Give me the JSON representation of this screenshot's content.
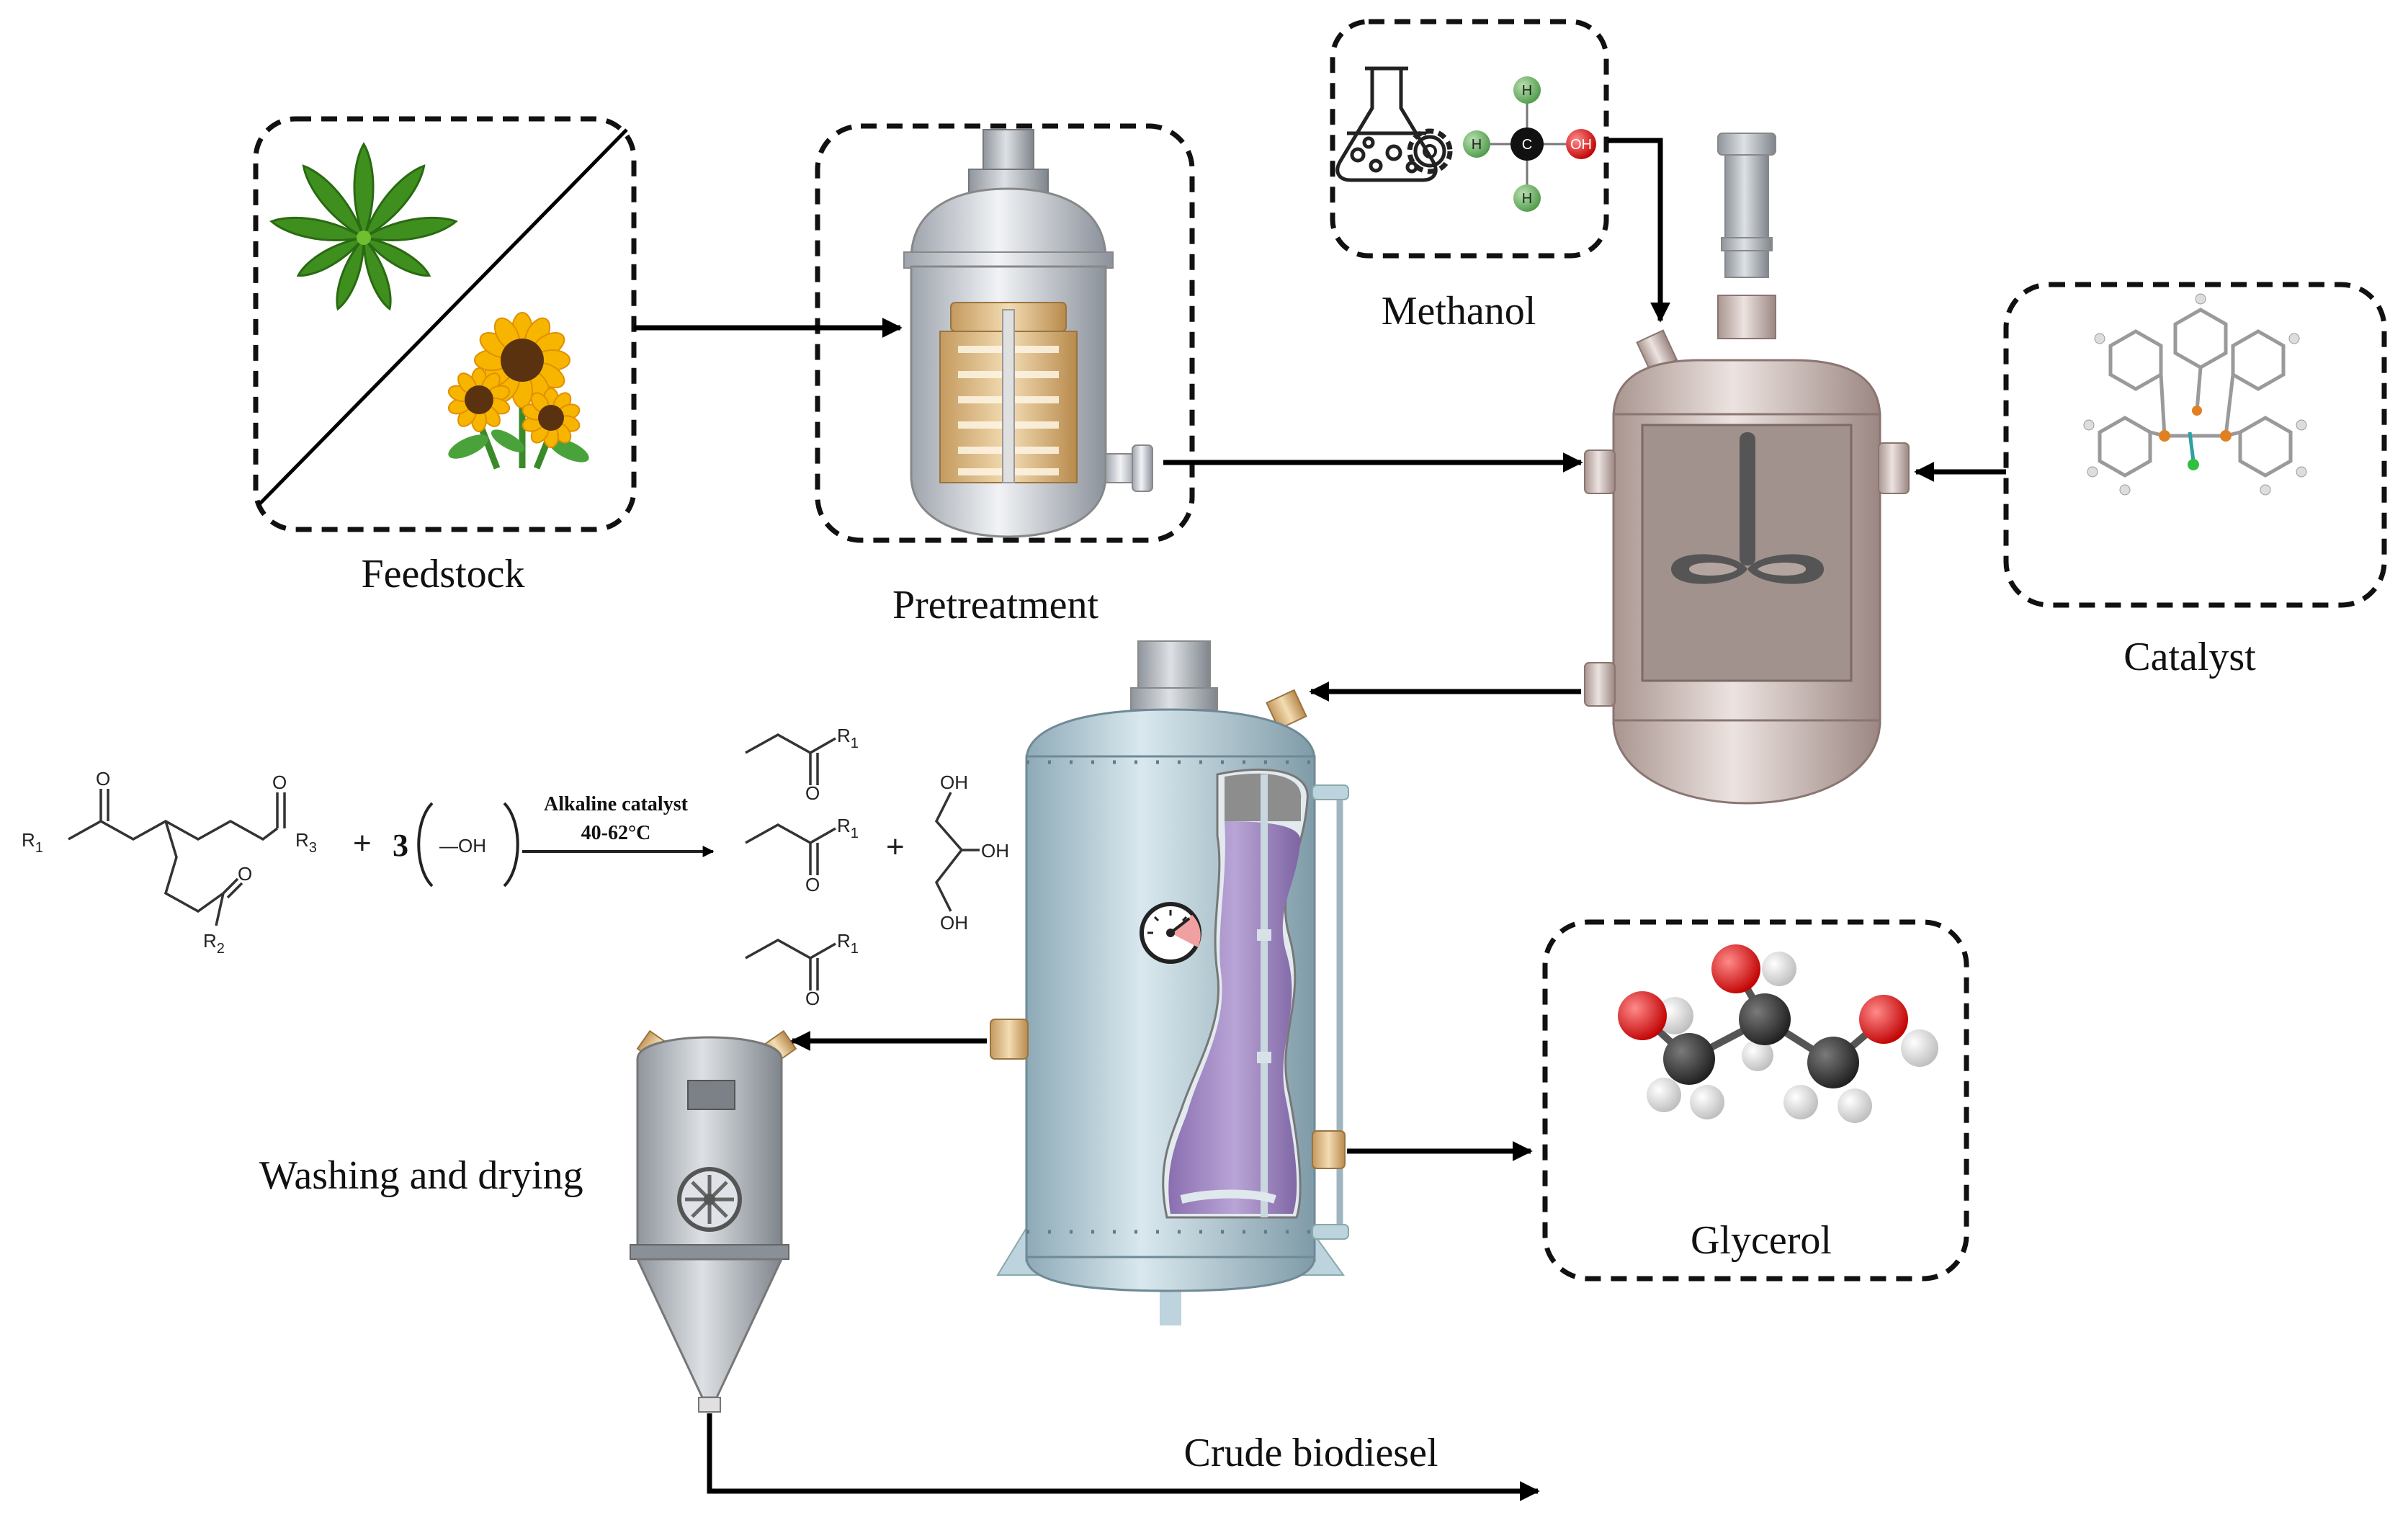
{
  "labels": {
    "feedstock": "Feedstock",
    "pretreatment": "Pretreatment",
    "methanol": "Methanol",
    "catalyst": "Catalyst",
    "washing": "Washing and drying",
    "glycerol": "Glycerol",
    "crude_biodiesel": "Crude biodiesel"
  },
  "reaction": {
    "coefficient": "3",
    "reagent": "—OH",
    "condition_catalyst": "Alkaline catalyst",
    "condition_temp": "40-62°C",
    "plus": "+",
    "oh": "OH",
    "o": "O",
    "r1": "R",
    "r2": "R",
    "r3": "R",
    "sub1": "1",
    "sub2": "2",
    "sub3": "3"
  },
  "methanol_atoms": {
    "h": "H",
    "c": "C",
    "oh": "OH"
  },
  "colors": {
    "flow_arrow": "#000000",
    "vessel_steel": "#c9ced6",
    "reactor_brown": "#c8b7b2",
    "separator_blue": "#aec5d0",
    "liquid_purple": "#9b82bd",
    "oxygen": "#e01010",
    "carbon": "#2f2f2f",
    "hydrogen": "#f2f2f2"
  },
  "icons": [
    "cannabis-leaf-icon",
    "sunflower-icon",
    "flask-icon",
    "gear-icon",
    "pressure-gauge-icon",
    "fan-icon"
  ]
}
